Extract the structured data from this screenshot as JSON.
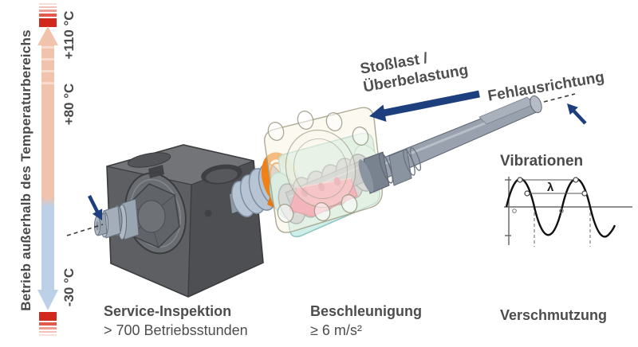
{
  "scale": {
    "label": "Betrieb außerhalb des Temperaturbereichs",
    "temp_max": "+110 °C",
    "temp_mid": "+80 °C",
    "temp_min": "-30 °C"
  },
  "callouts": {
    "shock_line1": "Stoßlast /",
    "shock_line2": "Überbelastung",
    "misalignment": "Fehlausrichtung",
    "vibration_title": "Vibrationen",
    "wavelength_symbol": "λ"
  },
  "footer": [
    {
      "title": "Service-Inspektion",
      "value": "> 700 Betriebsstunden"
    },
    {
      "title": "Beschleunigung",
      "value": "≥ 6 m/s²"
    },
    {
      "title": "Verschmutzung",
      "value": ""
    }
  ],
  "colors": {
    "hot_zone": "#f2c3ac",
    "cold_zone": "#bcd0e8",
    "limit_red": "#d1281e",
    "arrow_navy": "#1e3f7e",
    "text_gray": "#4d4d4d",
    "seal_orange": "#f08114",
    "nut_cyan": "#c9ede7",
    "wiper_pink": "#ee7191",
    "block_gray": "#5e5f62"
  }
}
